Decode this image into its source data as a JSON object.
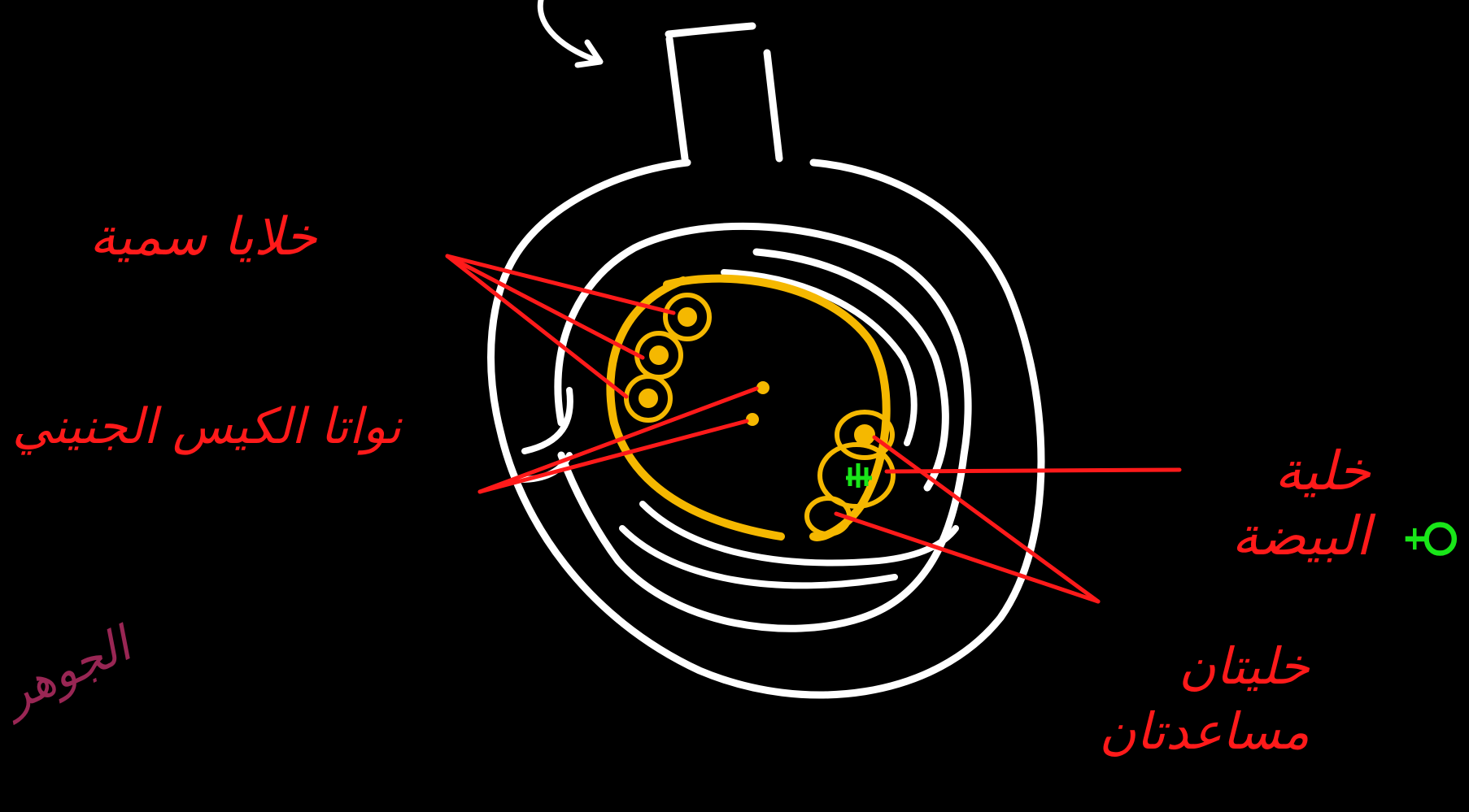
{
  "labels": {
    "antipodal_cells": "خلايا سمية",
    "embryo_sac_nuclei": "نواتا الكيس الجنيني",
    "egg_cell": "خلية البيضة",
    "synergids": "خليتان مساعدتان",
    "female_symbol": "♀",
    "watermark": "الجوهر"
  },
  "colors": {
    "background": "#000000",
    "outline": "#ffffff",
    "embryo_sac": "#f5b800",
    "label_lines": "#ff1a1a",
    "egg_nucleus": "#19e619",
    "watermark": "#c0306a"
  }
}
